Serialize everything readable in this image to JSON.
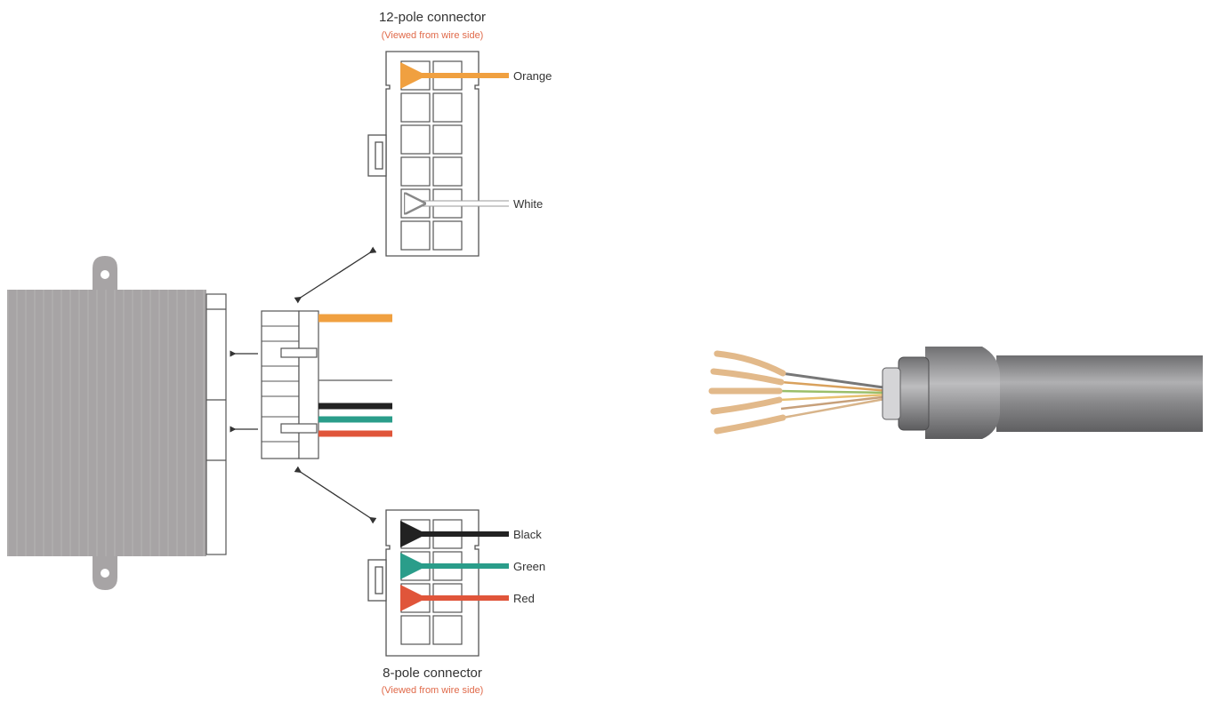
{
  "connector_12": {
    "title": "12-pole connector",
    "subtitle": "(Viewed from wire side)"
  },
  "connector_8": {
    "title": "8-pole connector",
    "subtitle": "(Viewed from wire side)"
  },
  "wire_labels": {
    "orange": "Orange",
    "white": "White",
    "black": "Black",
    "green": "Green",
    "red": "Red"
  },
  "colors": {
    "orange": "#f0a040",
    "white": "#ffffff",
    "black": "#222222",
    "green": "#2a9d8a",
    "red": "#e0553a",
    "subtitle": "#e06a4a",
    "module": "#a7a4a5",
    "cable": "#8e8e90",
    "copper": "#e2b98a"
  },
  "icons": {
    "control_module": "control-module-icon",
    "cable": "shielded-cable-icon"
  }
}
